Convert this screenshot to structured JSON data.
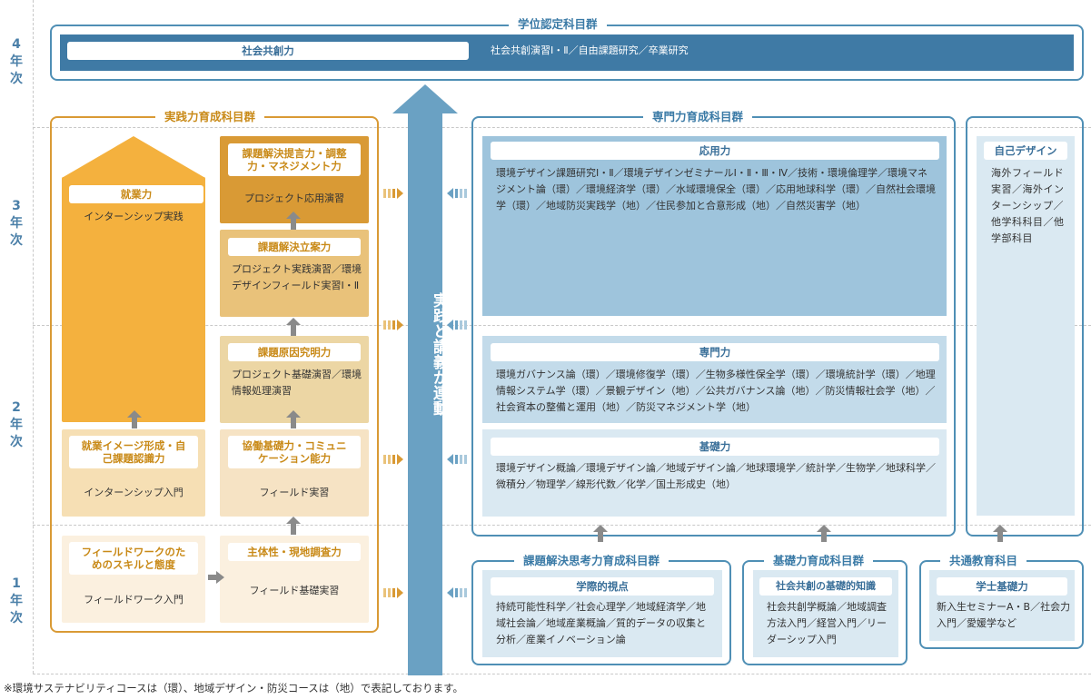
{
  "years": {
    "y4": [
      "4",
      "年",
      "次"
    ],
    "y3": [
      "3",
      "年",
      "次"
    ],
    "y2": [
      "2",
      "年",
      "次"
    ],
    "y1": [
      "1",
      "年",
      "次"
    ]
  },
  "degree": {
    "title": "学位認定科目群",
    "chip": "社会共創力",
    "body": "社会共創演習Ⅰ・Ⅱ／自由課題研究／卒業研究"
  },
  "center_arrow": "実践と講義が連動",
  "practice": {
    "title": "実践力育成科目群",
    "employ": {
      "chip": "就業力",
      "body": "インターンシップ実践"
    },
    "proposal": {
      "chip": "課題解決提言力・調整力・マネジメント力",
      "body": "プロジェクト応用演習"
    },
    "planning": {
      "chip": "課題解決立案力",
      "body": "プロジェクト実践演習／環境デザインフィールド実習Ⅰ・Ⅱ"
    },
    "cause": {
      "chip": "課題原因究明力",
      "body": "プロジェクト基礎演習／環境情報処理演習"
    },
    "image": {
      "chip": "就業イメージ形成・自己課題認識力",
      "body": "インターンシップ入門"
    },
    "collab": {
      "chip": "協働基礎力・コミュニケーション能力",
      "body": "フィールド実習"
    },
    "fieldwork": {
      "chip": "フィールドワークのためのスキルと態度",
      "body": "フィールドワーク入門"
    },
    "survey": {
      "chip": "主体性・現地調査力",
      "body": "フィールド基礎実習"
    }
  },
  "specialty": {
    "title": "専門力育成科目群",
    "applied": {
      "chip": "応用力",
      "body": "環境デザイン課題研究Ⅰ・Ⅱ／環境デザインゼミナールⅠ・Ⅱ・Ⅲ・Ⅳ／技術・環境倫理学／環境マネジメント論（環）／環境経済学（環）／水域環境保全（環）／応用地球科学（環）／自然社会環境学（環）／地域防災実践学（地）／住民参加と合意形成（地）／自然災害学（地）"
    },
    "expert": {
      "chip": "専門力",
      "body": "環境ガバナンス論（環）／環境修復学（環）／生物多様性保全学（環）／環境統計学（環）／地理情報システム学（環）／景観デザイン（地）／公共ガバナンス論（地）／防災情報社会学（地）／社会資本の整備と運用（地）／防災マネジメント学（地）"
    },
    "basic": {
      "chip": "基礎力",
      "body": "環境デザイン概論／環境デザイン論／地域デザイン論／地球環境学／統計学／生物学／地球科学／微積分／物理学／線形代数／化学／国土形成史（地）"
    }
  },
  "self": {
    "chip": "自己デザイン",
    "body": "海外フィールド実習／海外インターンシップ／他学科科目／他学部科目"
  },
  "problem": {
    "title": "課題解決思考力育成科目群",
    "chip": "学際的視点",
    "body": "持続可能性科学／社会心理学／地域経済学／地域社会論／地域産業概論／質的データの収集と分析／産業イノベーション論"
  },
  "basicgroup": {
    "title": "基礎力育成科目群",
    "chip": "社会共創の基礎的知識",
    "body": "社会共創学概論／地域調査方法入門／経営入門／リーダーシップ入門"
  },
  "common": {
    "title": "共通教育科目",
    "chip": "学士基礎力",
    "body": "新入生セミナーA・B／社会力入門／愛媛学など"
  },
  "footnote": "※環境サステナビリティコースは（環）、地域デザイン・防災コースは（地）で表記しております。",
  "colors": {
    "orange": "#f4b13e",
    "orange_dark": "#d99a35",
    "blue_frame": "#4f8fb5",
    "blue_dark": "#3a6f99",
    "arrow": "#6aa1c3"
  }
}
